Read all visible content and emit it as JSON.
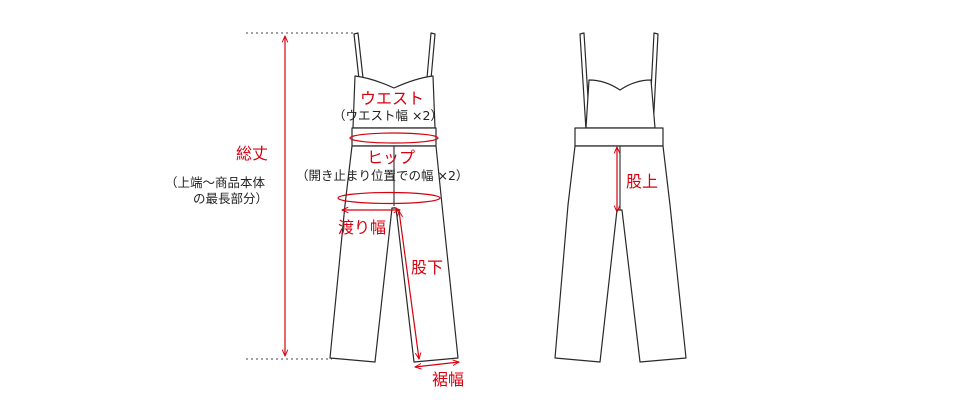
{
  "labels": {
    "total_length": "総丈",
    "total_length_note_1": "（上端〜商品本体",
    "total_length_note_2": "の最長部分）",
    "waist": "ウエスト",
    "waist_note": "（ウエスト幅 ×2）",
    "hip": "ヒップ",
    "hip_note": "（開き止まり位置での幅 ×2）",
    "thigh": "渡り幅",
    "inseam": "股下",
    "hem": "裾幅",
    "rise": "股上"
  },
  "colors": {
    "measure": "#d7000f",
    "outline": "#2a2a2a",
    "note_text": "#222222"
  }
}
